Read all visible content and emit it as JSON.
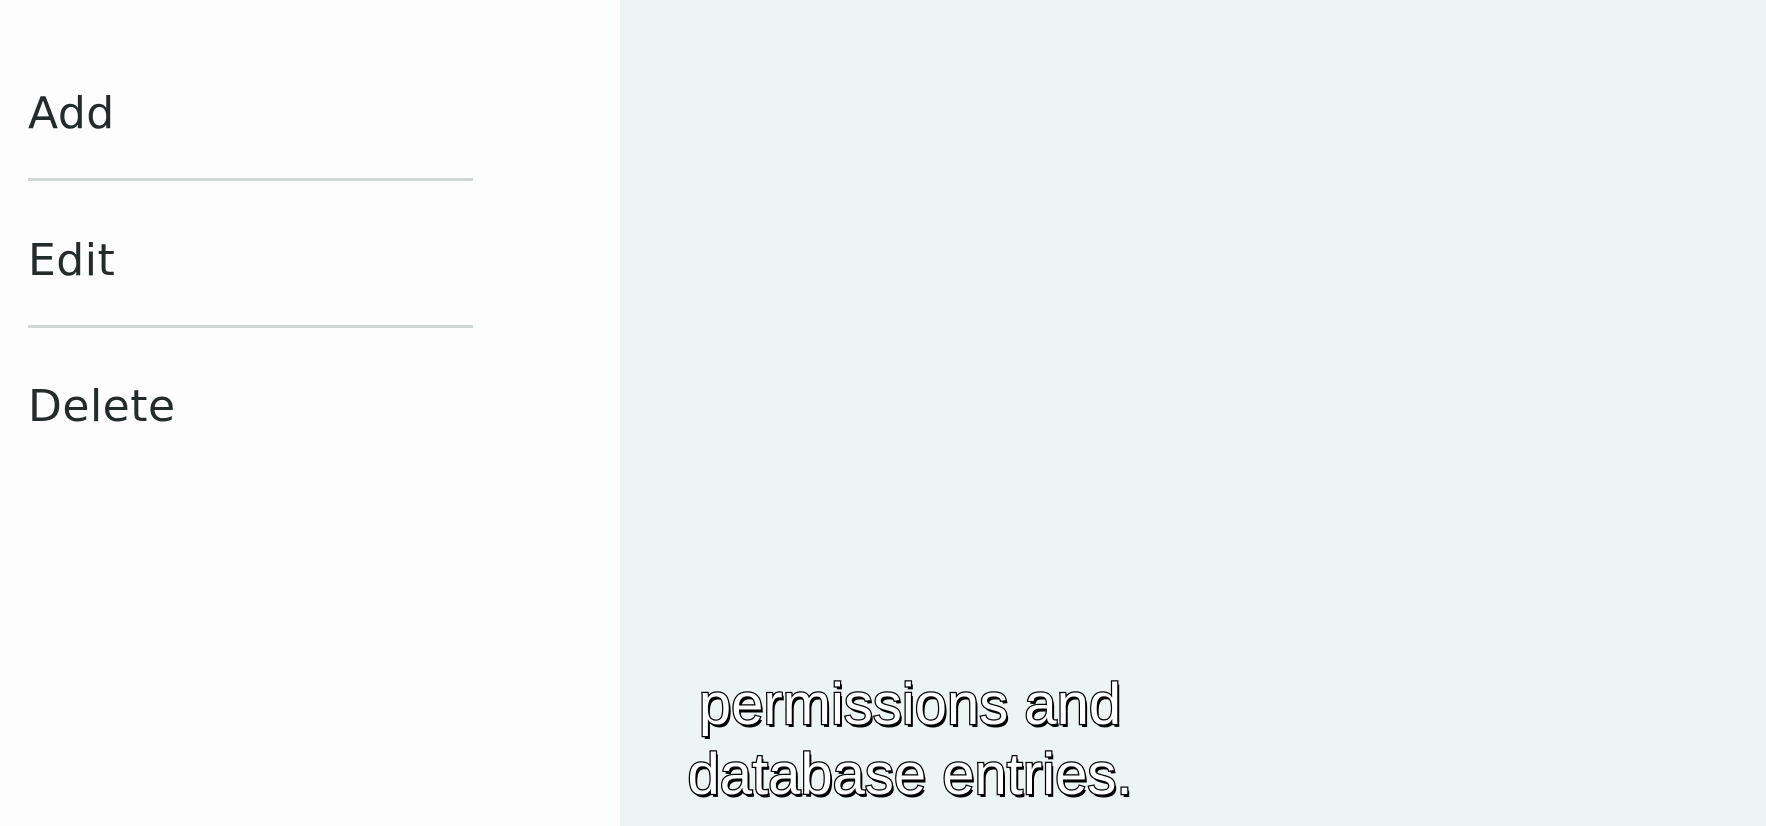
{
  "menu": {
    "items": [
      {
        "label": "Add"
      },
      {
        "label": "Edit"
      },
      {
        "label": "Delete"
      }
    ]
  },
  "subtitle": {
    "line1": "permissions and",
    "line2": "database entries."
  },
  "colors": {
    "menu_background": "#fdfdfd",
    "content_background": "#edf5f4",
    "menu_text": "#232b2b",
    "divider": "#d4d7d8",
    "subtitle_fill": "#ffffff",
    "subtitle_outline": "#000000"
  }
}
